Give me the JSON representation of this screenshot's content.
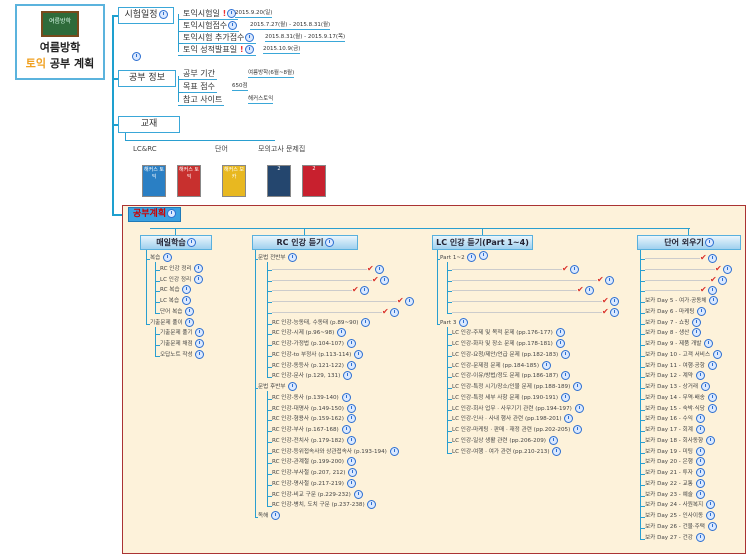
{
  "root": {
    "title_line1": "여름방학",
    "title_word_highlight": "토익",
    "title_rest": "공부 계획",
    "board_text": "여름방학"
  },
  "schedule": {
    "label": "시험일정",
    "items": [
      {
        "label": "토익시험일",
        "value": "2015.9.20(일)",
        "flag": true
      },
      {
        "label": "토익시험접수",
        "value": "2015.7.27(월) - 2015.8.31(월)",
        "flag": false
      },
      {
        "label": "토익시험 추가접수",
        "value": "2015.8.31(월) - 2015.9.17(목)",
        "flag": false
      },
      {
        "label": "토익 성적발표일",
        "value": "2015.10.9(금)",
        "flag": true
      }
    ]
  },
  "info": {
    "label": "공부 정보",
    "items": [
      {
        "label": "공부 기간",
        "value": "여름방학(6월~8월)"
      },
      {
        "label": "목표 점수",
        "value": "650점"
      },
      {
        "label": "참고 사이트",
        "value": "해커스토익"
      }
    ]
  },
  "books": {
    "label": "교재",
    "groups": [
      "LC&RC",
      "단어",
      "모의고사 문제집"
    ],
    "covers": [
      {
        "text": "해커스 토익",
        "color": "#2a7fc4"
      },
      {
        "text": "해커스 토익",
        "color": "#c8302e"
      },
      {
        "text": "해커스 보카",
        "color": "#e8b820"
      },
      {
        "text": "2",
        "color": "#24466e"
      },
      {
        "text": "2",
        "color": "#c8202e"
      }
    ]
  },
  "plan": {
    "label": "공부계획",
    "columns": [
      {
        "header": "매일학습",
        "items": [
          {
            "t": "복습",
            "l": 0
          },
          {
            "t": "RC 인강 정리",
            "l": 1
          },
          {
            "t": "LC 인강 정리",
            "l": 1
          },
          {
            "t": "RC 복습",
            "l": 1
          },
          {
            "t": "LC 복습",
            "l": 1
          },
          {
            "t": "단어 복습",
            "l": 1
          },
          {
            "t": "기출문제 풀이",
            "l": 0
          },
          {
            "t": "기출문제 풀기",
            "l": 1
          },
          {
            "t": "기출문제 채점",
            "l": 1
          },
          {
            "t": "오답노트 작성",
            "l": 1
          }
        ]
      },
      {
        "header": "RC 인강 듣기",
        "items": [
          {
            "t": "문법 전반부",
            "l": 0
          },
          {
            "s": true,
            "w": 95,
            "l": 1
          },
          {
            "s": true,
            "w": 100,
            "l": 1
          },
          {
            "s": true,
            "w": 80,
            "l": 1
          },
          {
            "s": true,
            "w": 125,
            "l": 1
          },
          {
            "s": true,
            "w": 110,
            "l": 1
          },
          {
            "t": "RC 인강-능동태, 수동태 (p.89~90)",
            "l": 1
          },
          {
            "t": "RC 인강-시제 (p.96~98)",
            "l": 1
          },
          {
            "t": "RC 인강-가정법 (p.104-107)",
            "l": 1
          },
          {
            "t": "RC 인강-to 부정사 (p.113-114)",
            "l": 1
          },
          {
            "t": "RC 인강-동등사 (p.121-122)",
            "l": 1
          },
          {
            "t": "RC 인강-문사 (p.129, 131)",
            "l": 1
          },
          {
            "t": "문법 후반부",
            "l": 0
          },
          {
            "t": "RC 인강-동사 (p.139-140)",
            "l": 1
          },
          {
            "t": "RC 인강-대명사 (p.149-150)",
            "l": 1
          },
          {
            "t": "RC 인강-형용사 (p.159-162)",
            "l": 1
          },
          {
            "t": "RC 인강-부사 (p.167-168)",
            "l": 1
          },
          {
            "t": "RC 인강-전치사 (p.179-182)",
            "l": 1
          },
          {
            "t": "RC 인강-등위접속사와 상관접속사 (p.193-194)",
            "l": 1
          },
          {
            "t": "RC 인강-관계절 (p.199-200)",
            "l": 1
          },
          {
            "t": "RC 인강-부사절 (p.207, 212)",
            "l": 1
          },
          {
            "t": "RC 인강-명사절 (p.217-219)",
            "l": 1
          },
          {
            "t": "RC 인강-비교 구문 (p.229-232)",
            "l": 1
          },
          {
            "t": "RC 인강-병치, 도치 구문 (p.237-238)",
            "l": 1
          },
          {
            "t": "독해",
            "l": 0
          }
        ]
      },
      {
        "header": "LC 인강 듣기(Part 1~4)",
        "items": [
          {
            "t": "Part 1~2",
            "l": 0
          },
          {
            "s": true,
            "w": 110,
            "l": 1
          },
          {
            "s": true,
            "w": 145,
            "l": 1
          },
          {
            "s": true,
            "w": 125,
            "l": 1
          },
          {
            "s": true,
            "w": 150,
            "l": 1
          },
          {
            "s": true,
            "w": 150,
            "l": 1
          },
          {
            "t": "Part 3",
            "l": 0
          },
          {
            "t": "LC 인강-주제 및 목적 문제 (pp.176-177)",
            "l": 1
          },
          {
            "t": "LC 인강-화자 및 장소 문제 (pp.178-181)",
            "l": 1
          },
          {
            "t": "LC 인강-요청/제안/언급 문제 (pp.182-183)",
            "l": 1
          },
          {
            "t": "LC 인강-문제점 문제 (pp.184-185)",
            "l": 1
          },
          {
            "t": "LC 인강-이유/방법/정도 문제 (pp.186-187)",
            "l": 1
          },
          {
            "t": "LC 인강-특정 시기/장소/인물 문제 (pp.188-189)",
            "l": 1
          },
          {
            "t": "LC 인강-특정 세부 사항 문제 (pp.190-191)",
            "l": 1
          },
          {
            "t": "LC 인강-회사 업무 · 사무기기 관련 (pp.194-197)",
            "l": 1
          },
          {
            "t": "LC 인강-인사 · 사내 행사 관련 (pp.198-201)",
            "l": 1
          },
          {
            "t": "LC 인강-마케팅 · 판매 · 재정 관련 (pp.202-205)",
            "l": 1
          },
          {
            "t": "LC 인강-일상 생활 관련 (pp.206-209)",
            "l": 1
          },
          {
            "t": "LC 인강-여행 · 여가 관련 (pp.210-213)",
            "l": 1
          }
        ]
      },
      {
        "header": "단어 외우기",
        "items": [
          {
            "s": true,
            "w": 55,
            "l": 0
          },
          {
            "s": true,
            "w": 70,
            "l": 0
          },
          {
            "s": true,
            "w": 65,
            "l": 0
          },
          {
            "s": true,
            "w": 55,
            "l": 0
          },
          {
            "t": "보카 Day 5 - 여가·공동체",
            "l": 0
          },
          {
            "t": "보카 Day 6 - 마케팅",
            "l": 0
          },
          {
            "t": "보카 Day 7 - 쇼핑",
            "l": 0
          },
          {
            "t": "보카 Day 8 - 생산",
            "l": 0
          },
          {
            "t": "보카 Day 9 - 제품 개발",
            "l": 0
          },
          {
            "t": "보카 Day 10 - 고객 서비스",
            "l": 0
          },
          {
            "t": "보카 Day 11 - 여행·공항",
            "l": 0
          },
          {
            "t": "보카 Day 12 - 계약",
            "l": 0
          },
          {
            "t": "보카 Day 13 - 상거래",
            "l": 0
          },
          {
            "t": "보카 Day 14 - 무역·배송",
            "l": 0
          },
          {
            "t": "보카 Day 15 - 숙박·식당",
            "l": 0
          },
          {
            "t": "보카 Day 16 - 수익",
            "l": 0
          },
          {
            "t": "보카 Day 17 - 회계",
            "l": 0
          },
          {
            "t": "보카 Day 18 - 회사동향",
            "l": 0
          },
          {
            "t": "보카 Day 19 - 미팅",
            "l": 0
          },
          {
            "t": "보카 Day 20 - 은행",
            "l": 0
          },
          {
            "t": "보카 Day 21 - 투자",
            "l": 0
          },
          {
            "t": "보카 Day 22 - 교통",
            "l": 0
          },
          {
            "t": "보카 Day 23 - 예술",
            "l": 0
          },
          {
            "t": "보카 Day 24 - 사원복지",
            "l": 0
          },
          {
            "t": "보카 Day 25 - 인사이동",
            "l": 0
          },
          {
            "t": "보카 Day 26 - 건물·주택",
            "l": 0
          },
          {
            "t": "보카 Day 27 - 건강",
            "l": 0
          }
        ]
      }
    ]
  },
  "colors": {
    "line": "#1ea0cf",
    "frame": "#aa3333",
    "plan_bg": "#fdf2da",
    "check": "#d9302a"
  }
}
